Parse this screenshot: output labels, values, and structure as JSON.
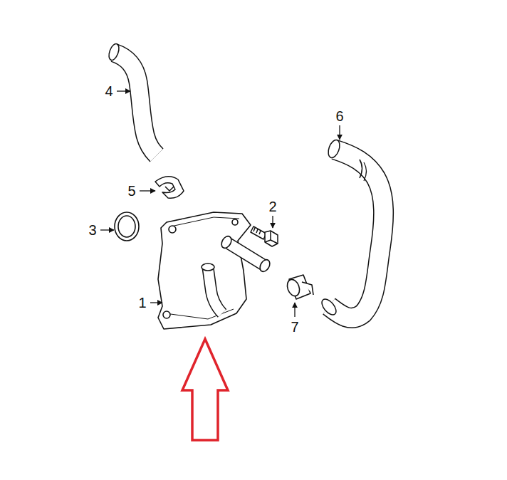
{
  "diagram": {
    "labels": [
      "4",
      "6",
      "5",
      "2",
      "3",
      "1",
      "7"
    ]
  }
}
